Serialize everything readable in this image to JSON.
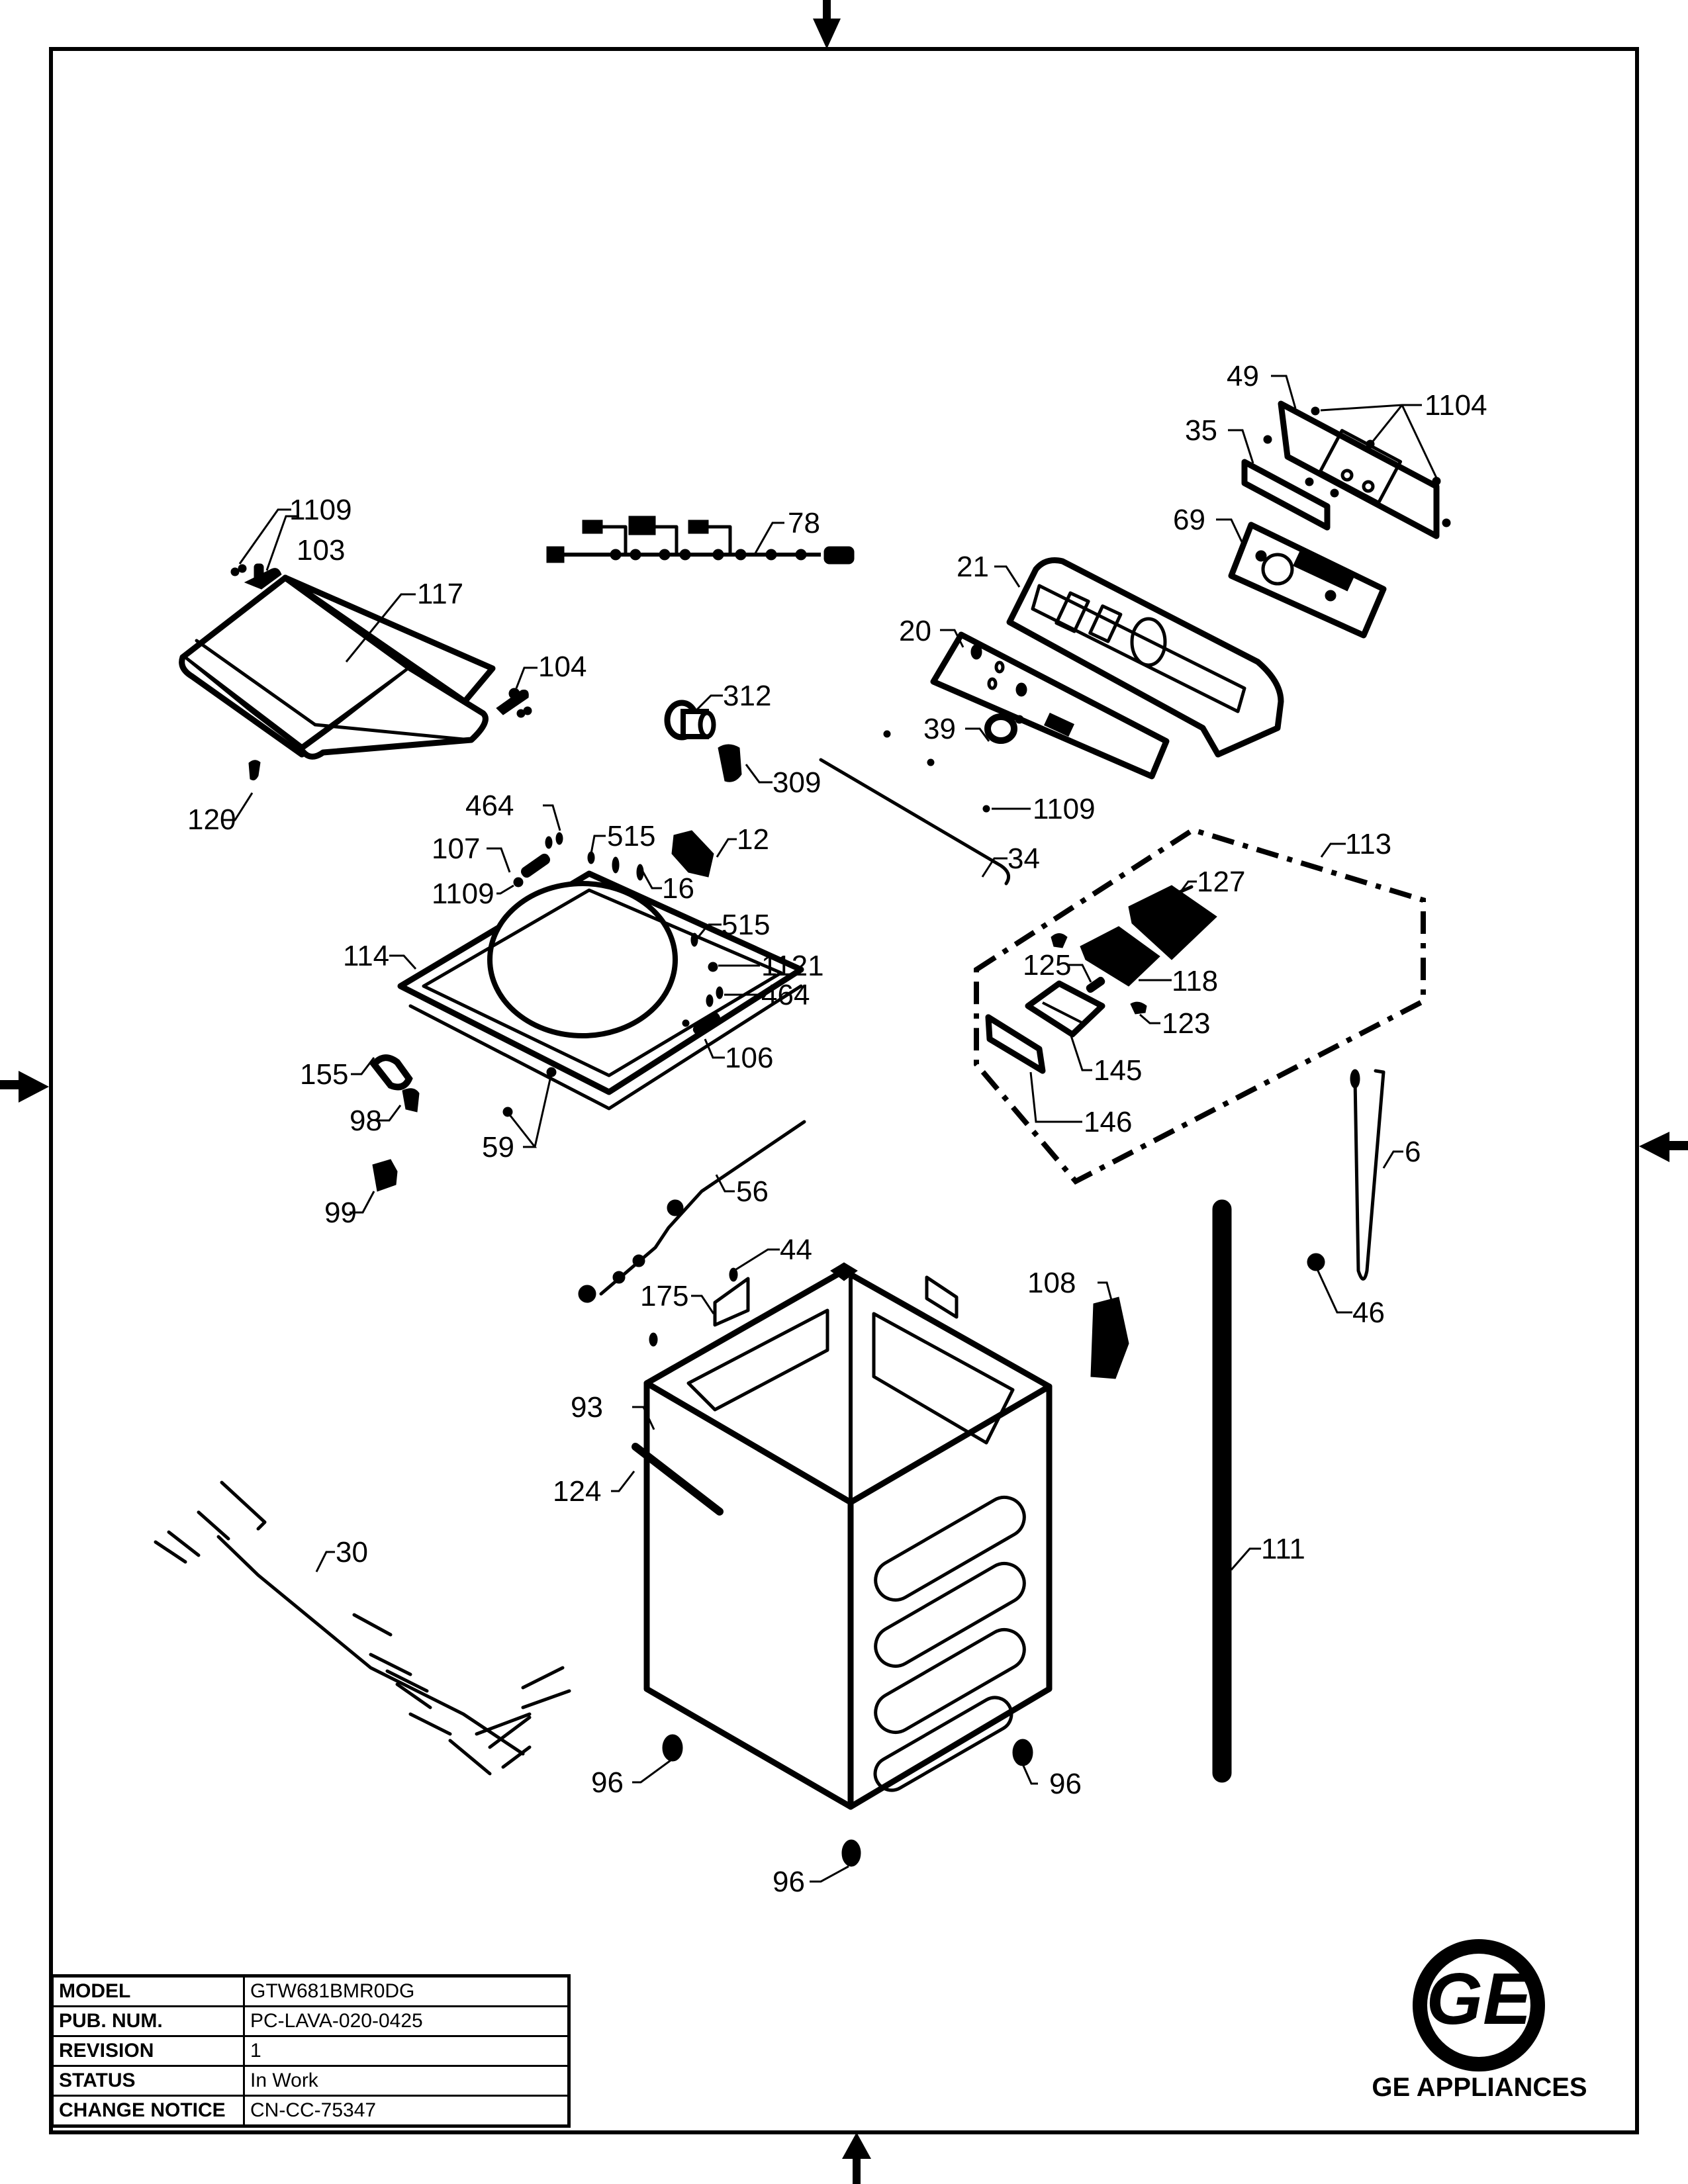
{
  "title_block": {
    "rows": [
      {
        "label": "MODEL",
        "value": "GTW681BMR0DG"
      },
      {
        "label": "PUB. NUM.",
        "value": "PC-LAVA-020-0425"
      },
      {
        "label": "REVISION",
        "value": "1"
      },
      {
        "label": "STATUS",
        "value": "In Work"
      },
      {
        "label": "CHANGE NOTICE",
        "value": "CN-CC-75347"
      }
    ]
  },
  "brand": {
    "logo_icon": "ge-monogram-logo",
    "name": "GE APPLIANCES"
  },
  "registration_marks": [
    "arrow-down-top",
    "arrow-up-bottom",
    "arrow-right-left",
    "arrow-left-right"
  ],
  "assembly_group": {
    "callout": "113",
    "style": "dash-dot outline"
  },
  "callouts": {
    "c49": "49",
    "c1104": "1104",
    "c35": "35",
    "c69": "69",
    "c1109a": "1109",
    "c103": "103",
    "c117": "117",
    "c104": "104",
    "c120": "120",
    "c78": "78",
    "c21": "21",
    "c20": "20",
    "c312": "312",
    "c309": "309",
    "c39": "39",
    "c1109b": "1109",
    "c34": "34",
    "c464a": "464",
    "c107": "107",
    "c1109c": "1109",
    "c515a": "515",
    "c16": "16",
    "c12": "12",
    "c515b": "515",
    "c1121": "1121",
    "c464b": "464",
    "c106": "106",
    "c114": "114",
    "c155": "155",
    "c98": "98",
    "c59": "59",
    "c113": "113",
    "c127": "127",
    "c125": "125",
    "c118": "118",
    "c123": "123",
    "c145": "145",
    "c146": "146",
    "c6": "6",
    "c56": "56",
    "c99": "99",
    "c44": "44",
    "c175": "175",
    "c108": "108",
    "c46": "46",
    "c93": "93",
    "c124": "124",
    "c30": "30",
    "c111": "111",
    "c96a": "96",
    "c96b": "96",
    "c96c": "96"
  }
}
